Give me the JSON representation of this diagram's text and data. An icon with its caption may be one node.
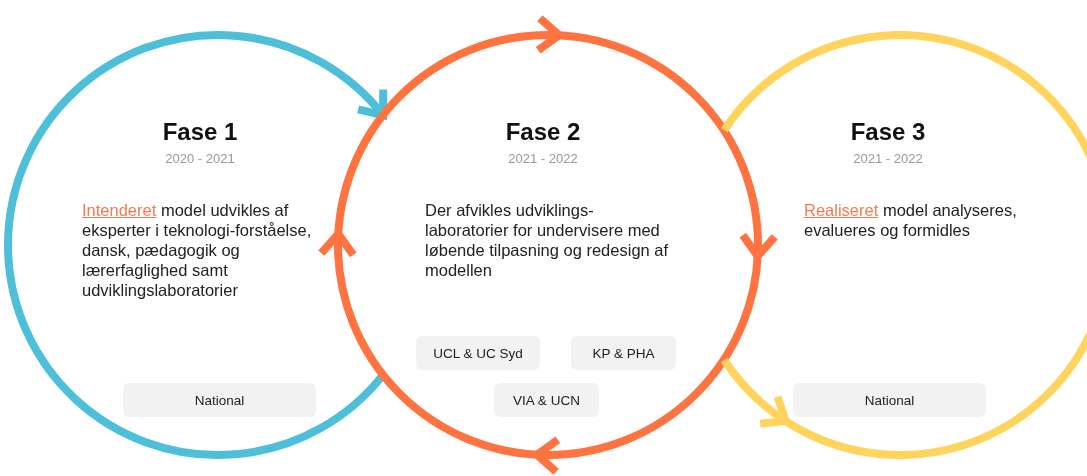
{
  "diagram": {
    "nodes": [
      {
        "text": [
          "Fase 1",
          "2020 - 2021",
          "**Intenderet** model udvikles af eksperter i teknologi-forståelse, dansk, pædagogik og lærerfaglighed samt udviklingslaboratorier"
        ]
      },
      {
        "text": [
          "National"
        ],
        "in": 0
      },
      {
        "text": [
          "Fase 2",
          "2021 - 2022",
          "Der afvikles udviklings-laboratorier for undervisere med løbende tilpasning og redesign af modellen"
        ]
      },
      {
        "text": [
          "UCL & UC Syd"
        ],
        "in": 2
      },
      {
        "text": [
          "KP & PHA"
        ],
        "in": 2
      },
      {
        "text": [
          "VIA & UCN"
        ],
        "in": 2
      },
      {
        "text": [
          "Fase 3",
          "2021 - 2022",
          "**Realiseret** model analyseres, evalueres og formidles"
        ]
      },
      {
        "text": [
          "National"
        ],
        "in": 6
      }
    ]
  }
}
